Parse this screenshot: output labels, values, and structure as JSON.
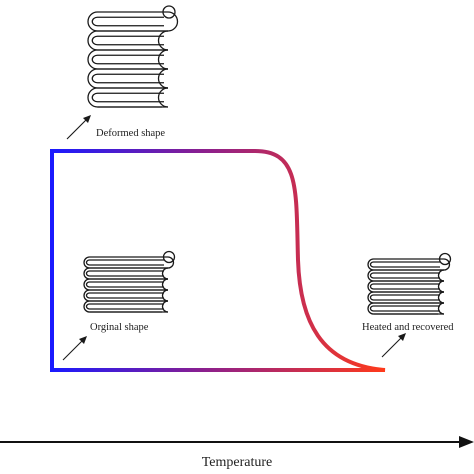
{
  "labels": {
    "deformed": "Deformed shape",
    "original": "Orginal shape",
    "heated": "Heated and recovered",
    "axis": "Temperature"
  },
  "colors": {
    "cold": "#1a1aff",
    "mid": "#8a1f8f",
    "hot": "#ff3a1a",
    "ink": "#1a1a1a"
  },
  "icons": [
    "stretched-spring-icon",
    "compressed-spring-icon",
    "compressed-spring-icon"
  ]
}
